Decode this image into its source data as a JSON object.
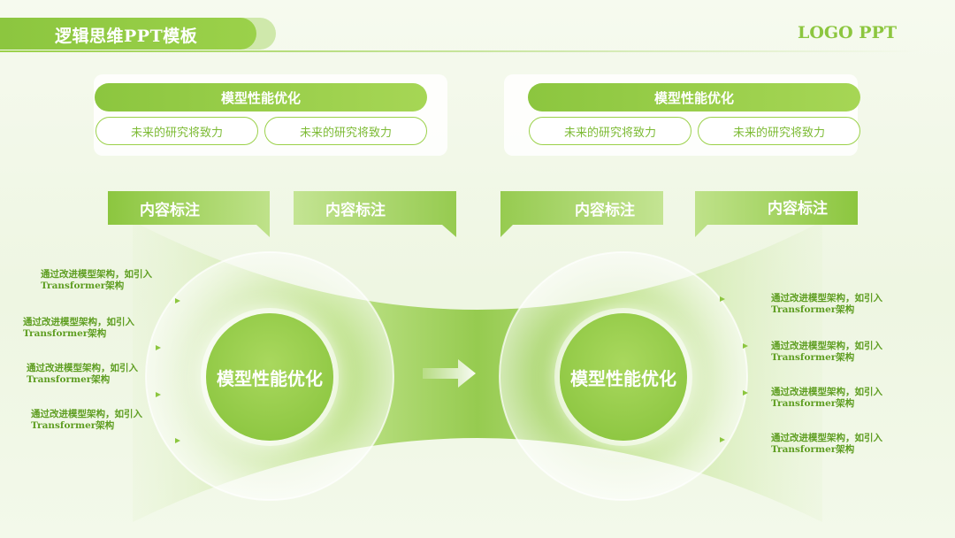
{
  "header": {
    "title": "逻辑思维PPT模板",
    "logo": "LOGO PPT"
  },
  "panels": [
    {
      "heading": "模型性能优化",
      "pills": [
        "未来的研究将致力",
        "未来的研究将致力"
      ]
    },
    {
      "heading": "模型性能优化",
      "pills": [
        "未来的研究将致力",
        "未来的研究将致力"
      ]
    }
  ],
  "tags": [
    "内容标注",
    "内容标注",
    "内容标注",
    "内容标注"
  ],
  "circles": {
    "left": "模型性能优化",
    "right": "模型性能优化"
  },
  "notes": {
    "left": [
      {
        "line1": "通过改进模型架构，如引入",
        "line2": "Transformer架构"
      },
      {
        "line1": "通过改进模型架构，如引入",
        "line2": "Transformer架构"
      },
      {
        "line1": "通过改进模型架构，如引入",
        "line2": "Transformer架构"
      },
      {
        "line1": "通过改进模型架构，如引入",
        "line2": "Transformer架构"
      }
    ],
    "right": [
      {
        "line1": "通过改进模型架构，如引入",
        "line2": "Transformer架构"
      },
      {
        "line1": "通过改进模型架构，如引入",
        "line2": "Transformer架构"
      },
      {
        "line1": "通过改进模型架构，如引入",
        "line2": "Transformer架构"
      },
      {
        "line1": "通过改进模型架构，如引入",
        "line2": "Transformer架构"
      }
    ]
  },
  "colors": {
    "accent": "#8cc63f",
    "accent_light": "#cfe8ab",
    "text_green": "#5f9e22"
  },
  "icons": [
    "arrow-right-icon"
  ]
}
